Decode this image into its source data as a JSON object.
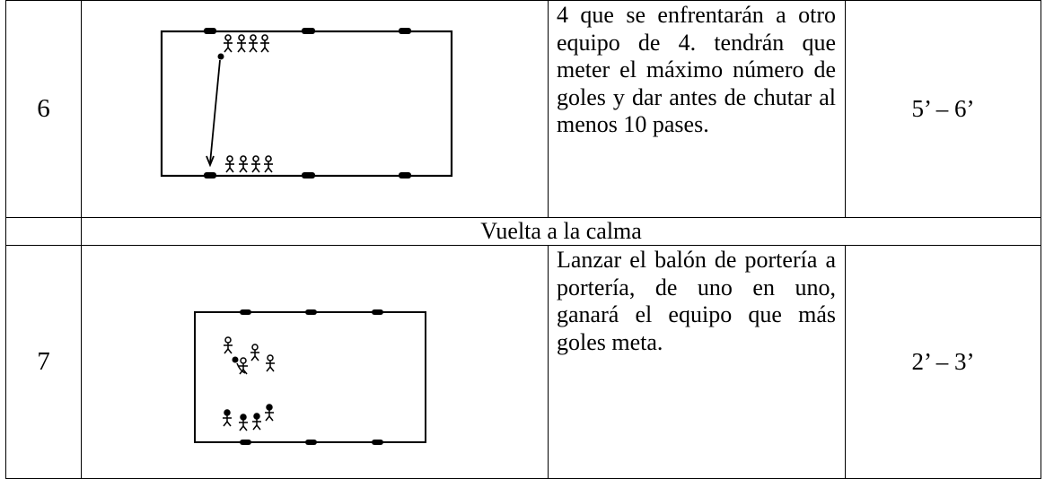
{
  "rows": [
    {
      "number": "6",
      "description": "4 que se enfrentarán a otro equipo de 4. tendrán que meter el máximo número de goles y dar antes de chutar al menos 10 pases.",
      "time": "5’ – 6’"
    },
    {
      "section_label": "Vuelta a la calma"
    },
    {
      "number": "7",
      "description": "Lanzar el balón de portería a portería, de uno en uno, ganará el equipo que más goles meta.",
      "time": "2’ – 3’"
    }
  ]
}
